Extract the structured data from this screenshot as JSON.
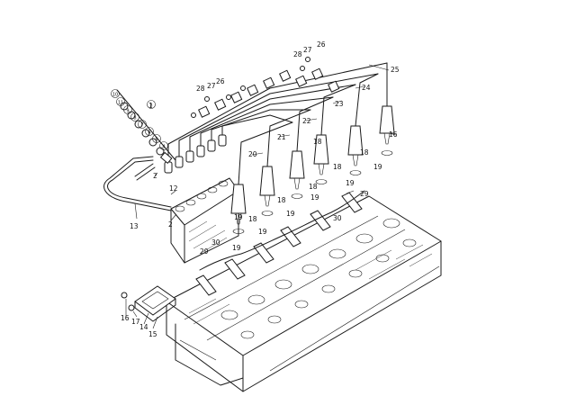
{
  "diagram": {
    "callouts": [
      {
        "id": "c1",
        "text": "1"
      },
      {
        "id": "c2a",
        "text": "2"
      },
      {
        "id": "c2b",
        "text": "2"
      },
      {
        "id": "c12",
        "text": "12"
      },
      {
        "id": "c13",
        "text": "13"
      },
      {
        "id": "c14",
        "text": "14"
      },
      {
        "id": "c15",
        "text": "15"
      },
      {
        "id": "c16a",
        "text": "16"
      },
      {
        "id": "c16b",
        "text": "16"
      },
      {
        "id": "c17",
        "text": "17"
      },
      {
        "id": "c18a",
        "text": "18"
      },
      {
        "id": "c18b",
        "text": "18"
      },
      {
        "id": "c18c",
        "text": "18"
      },
      {
        "id": "c18d",
        "text": "18"
      },
      {
        "id": "c18e",
        "text": "18"
      },
      {
        "id": "c18f",
        "text": "18"
      },
      {
        "id": "c19a",
        "text": "19"
      },
      {
        "id": "c19b",
        "text": "19"
      },
      {
        "id": "c19c",
        "text": "19"
      },
      {
        "id": "c19d",
        "text": "19"
      },
      {
        "id": "c19e",
        "text": "19"
      },
      {
        "id": "c19f",
        "text": "19"
      },
      {
        "id": "c19g",
        "text": "19"
      },
      {
        "id": "c20",
        "text": "20"
      },
      {
        "id": "c21",
        "text": "21"
      },
      {
        "id": "c22",
        "text": "22"
      },
      {
        "id": "c23",
        "text": "23"
      },
      {
        "id": "c24",
        "text": "24"
      },
      {
        "id": "c25",
        "text": "25"
      },
      {
        "id": "c26a",
        "text": "26"
      },
      {
        "id": "c26b",
        "text": "26"
      },
      {
        "id": "c27a",
        "text": "27"
      },
      {
        "id": "c27b",
        "text": "27"
      },
      {
        "id": "c28a",
        "text": "28"
      },
      {
        "id": "c28b",
        "text": "28"
      },
      {
        "id": "c29a",
        "text": "29"
      },
      {
        "id": "c29b",
        "text": "29"
      },
      {
        "id": "c30a",
        "text": "30"
      },
      {
        "id": "c30b",
        "text": "30"
      }
    ],
    "pump_circles": [
      {
        "id": "p1",
        "text": "10"
      },
      {
        "id": "p2",
        "text": "11"
      },
      {
        "id": "p3",
        "text": "9"
      },
      {
        "id": "p4",
        "text": "8"
      },
      {
        "id": "p5",
        "text": "7"
      },
      {
        "id": "p6",
        "text": "6"
      },
      {
        "id": "p7",
        "text": "5"
      },
      {
        "id": "p8",
        "text": "4"
      },
      {
        "id": "p9",
        "text": "3"
      }
    ]
  }
}
